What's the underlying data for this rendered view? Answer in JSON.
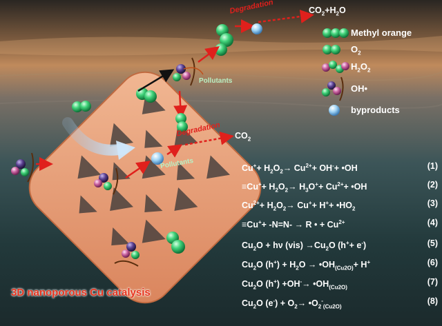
{
  "co2_h2o": [
    "CO",
    "2",
    "+H",
    "2",
    "O"
  ],
  "co2": [
    "CO",
    "2"
  ],
  "degradation": "Degradation",
  "pollutants": "Pollutants",
  "caption": "3D nanoporous Cu catalysis",
  "legend": {
    "methyl_orange": "Methyl orange",
    "o2": [
      "O",
      "2"
    ],
    "h2o2": [
      "H",
      "2",
      "O",
      "2"
    ],
    "oh": "OH•",
    "byproducts": "byproducts"
  },
  "equations": [
    {
      "number": "(1)",
      "text": [
        [
          "",
          "Cu"
        ],
        [
          "sup",
          "+"
        ],
        [
          "",
          "+ H"
        ],
        [
          "sub",
          "2"
        ],
        [
          "",
          "O"
        ],
        [
          "sub",
          "2"
        ],
        [
          "",
          "→ Cu"
        ],
        [
          "sup",
          "2+"
        ],
        [
          "",
          "+ OH"
        ],
        [
          "sup",
          "-"
        ],
        [
          "",
          "+ •OH"
        ]
      ]
    },
    {
      "number": "(2)",
      "text": [
        [
          "",
          "≡Cu"
        ],
        [
          "sup",
          "+"
        ],
        [
          "",
          "+ H"
        ],
        [
          "sub",
          "2"
        ],
        [
          "",
          "O"
        ],
        [
          "sub",
          "2"
        ],
        [
          "",
          "→ H"
        ],
        [
          "sub",
          "3"
        ],
        [
          "",
          "O"
        ],
        [
          "sup",
          "+"
        ],
        [
          "",
          "+ Cu"
        ],
        [
          "sup",
          "2+"
        ],
        [
          "",
          "+ •OH"
        ]
      ]
    },
    {
      "number": "(3)",
      "text": [
        [
          "",
          "Cu"
        ],
        [
          "sup",
          "2+"
        ],
        [
          "",
          "+ H"
        ],
        [
          "sub",
          "2"
        ],
        [
          "",
          "O"
        ],
        [
          "sub",
          "2"
        ],
        [
          "",
          "→ Cu"
        ],
        [
          "sup",
          "+"
        ],
        [
          "",
          "+ H"
        ],
        [
          "sup",
          "+"
        ],
        [
          "",
          "+ •HO"
        ],
        [
          "sub",
          "2"
        ]
      ]
    },
    {
      "number": "(4)",
      "text": [
        [
          "",
          "≡Cu"
        ],
        [
          "sup",
          "+"
        ],
        [
          "",
          "+ -N=N- → R • + Cu"
        ],
        [
          "sup",
          "2+"
        ]
      ]
    },
    {
      "number": "(5)",
      "text": [
        [
          "",
          "Cu"
        ],
        [
          "sub",
          "2"
        ],
        [
          "",
          "O + hν (vis) →Cu"
        ],
        [
          "sub",
          "2"
        ],
        [
          "",
          "O (h"
        ],
        [
          "sup",
          "+"
        ],
        [
          "",
          "+ e"
        ],
        [
          "sup",
          "-"
        ],
        [
          "",
          ")"
        ]
      ]
    },
    {
      "number": "(6)",
      "text": [
        [
          "",
          "Cu"
        ],
        [
          "sub",
          "2"
        ],
        [
          "",
          "O (h"
        ],
        [
          "sup",
          "+"
        ],
        [
          "",
          ") + H"
        ],
        [
          "sub",
          "2"
        ],
        [
          "",
          "O → •OH"
        ],
        [
          "sub",
          "(Cu2O)"
        ],
        [
          "",
          "+ H"
        ],
        [
          "sup",
          "+"
        ]
      ]
    },
    {
      "number": "(7)",
      "text": [
        [
          "",
          "Cu"
        ],
        [
          "sub",
          "2"
        ],
        [
          "",
          "O (h"
        ],
        [
          "sup",
          "+"
        ],
        [
          "",
          ") +OH"
        ],
        [
          "sup",
          "-"
        ],
        [
          "",
          "→ •OH"
        ],
        [
          "sub",
          "(Cu2O)"
        ]
      ]
    },
    {
      "number": "(8)",
      "text": [
        [
          "",
          "Cu"
        ],
        [
          "sub",
          "2"
        ],
        [
          "",
          "O (e"
        ],
        [
          "sup",
          "-"
        ],
        [
          "",
          ") + O"
        ],
        [
          "sub",
          "2"
        ],
        [
          "",
          "→ •O"
        ],
        [
          "sub",
          "2"
        ],
        [
          "sup",
          "-"
        ],
        [
          "sub",
          "(Cu2O)"
        ]
      ]
    }
  ],
  "colors": {
    "arrow_red": "#e0201c",
    "caption_red": "#e8341e",
    "lattice": "#e7a37f",
    "green_atom": "#41d37a"
  }
}
